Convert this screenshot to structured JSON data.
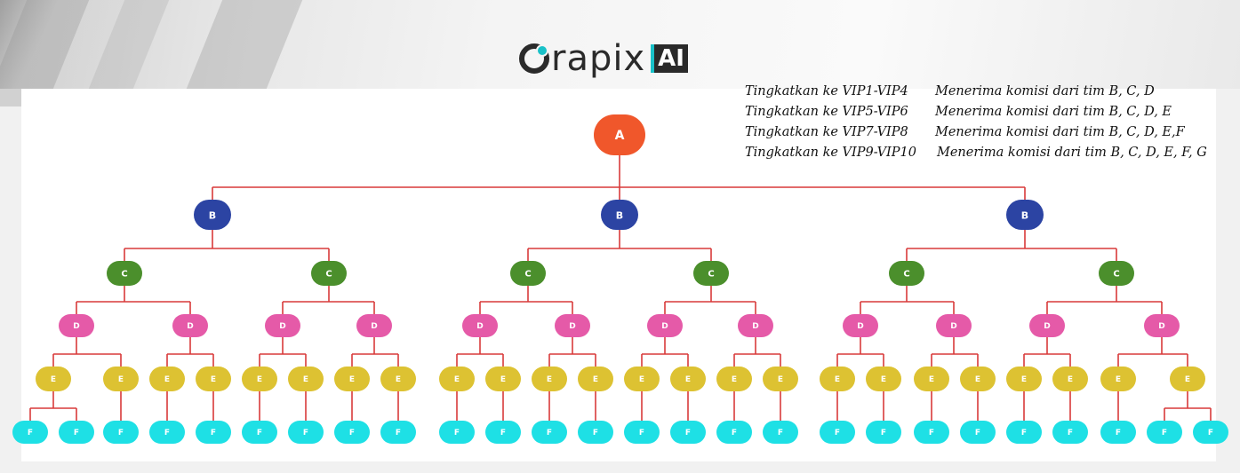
{
  "logo": {
    "text": "rapix",
    "badge": "AI"
  },
  "info_lines": [
    {
      "level": "Tingkatkan ke VIP1-VIP4",
      "commission": "Menerima komisi dari tim B, C, D"
    },
    {
      "level": "Tingkatkan ke VIP5-VIP6",
      "commission": "Menerima komisi dari tim B, C, D, E"
    },
    {
      "level": "Tingkatkan ke VIP7-VIP8",
      "commission": "Menerima komisi dari tim B, C, D, E,F"
    },
    {
      "level": "Tingkatkan ke VIP9-VIP10",
      "commission": "Menerima komisi dari tim B, C, D, E, F, G"
    }
  ],
  "levels": [
    {
      "label": "A",
      "color": "#f0572b"
    },
    {
      "label": "B",
      "color": "#2c44a3"
    },
    {
      "label": "C",
      "color": "#4b8f2c"
    },
    {
      "label": "D",
      "color": "#e55aa8"
    },
    {
      "label": "E",
      "color": "#ddc232"
    },
    {
      "label": "F",
      "color": "#1ee0e5"
    }
  ],
  "line_color": "#d93a3a"
}
